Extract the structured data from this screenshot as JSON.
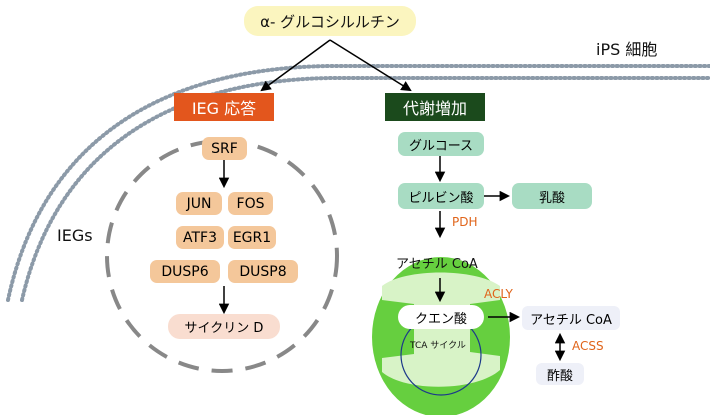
{
  "compound": "α- グルコシルルチン",
  "cell_label": "iPS 細胞",
  "ieg": {
    "header": "IEG 応答",
    "circle_label": "IEGs",
    "genes": [
      "SRF",
      "JUN",
      "FOS",
      "ATF3",
      "EGR1",
      "DUSP6",
      "DUSP8"
    ],
    "target": "サイクリン D"
  },
  "metabolism": {
    "header": "代謝増加",
    "glucose": "グルコース",
    "pyruvate": "ピルビン酸",
    "lactate": "乳酸",
    "pdh": "PDH",
    "acetyl_coa_mito": "アセチル CoA",
    "acly": "ACLY",
    "citrate": "クエン酸",
    "tca": "TCA サイクル",
    "acetyl_coa_cyto": "アセチル CoA",
    "acss": "ACSS",
    "acetate": "酢酸"
  },
  "colors": {
    "ieg_header": "#e3561d",
    "metab_header": "#1b4a1c",
    "gene_box": "#f4c79a",
    "cyclin_box": "#f9ddd0",
    "compound_box": "#fbf5bf",
    "metab_box": "#a8dcc3",
    "mito_outer": "#66cf3f",
    "mito_inner": "#d8f3c7",
    "enzyme_text": "#e0641a",
    "membrane": "#8c9aa8"
  }
}
